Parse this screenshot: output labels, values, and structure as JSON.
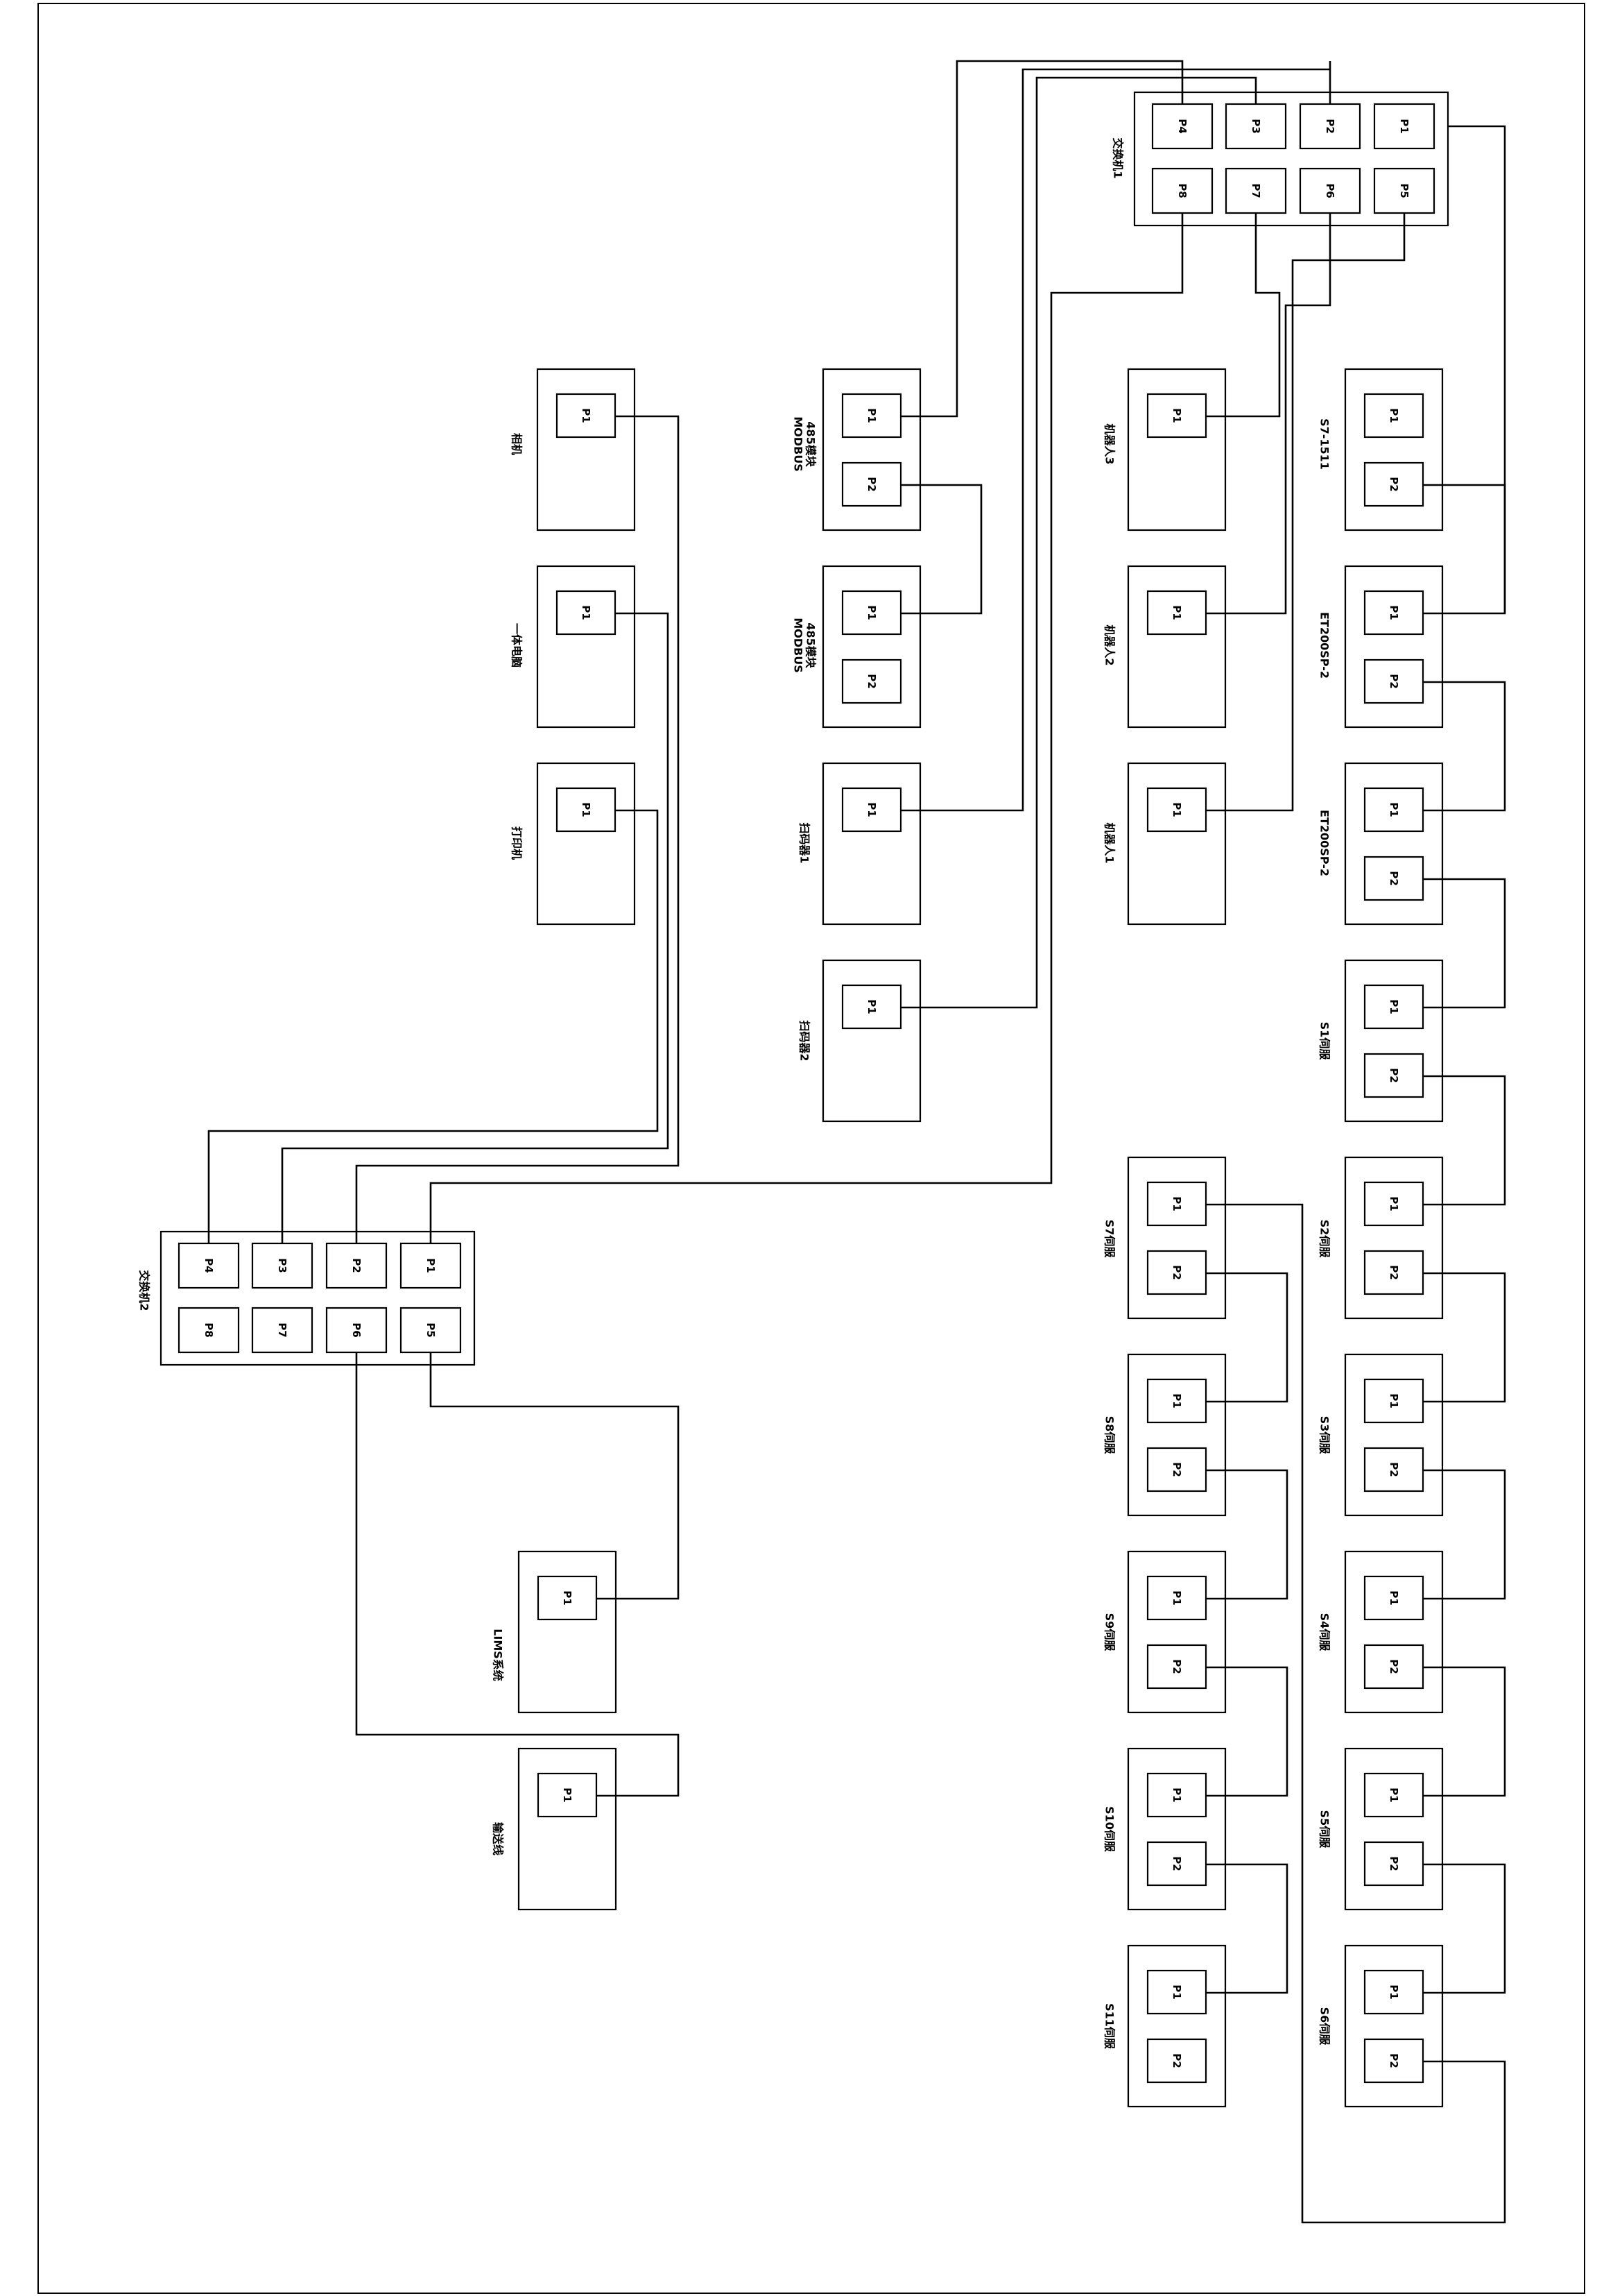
{
  "frame": {
    "label": ""
  },
  "switches": {
    "sw1": {
      "label": "交换机1",
      "ports": [
        "P4",
        "P3",
        "P2",
        "P1",
        "P8",
        "P7",
        "P6",
        "P5"
      ]
    },
    "sw2": {
      "label": "交换机2",
      "ports": [
        "P4",
        "P3",
        "P2",
        "P1",
        "P8",
        "P7",
        "P6",
        "P5"
      ]
    }
  },
  "devices": {
    "camera": {
      "label": "相机",
      "ports": [
        "P1"
      ]
    },
    "aio_pc": {
      "label": "一体电脑",
      "ports": [
        "P1"
      ]
    },
    "printer": {
      "label": "打印机",
      "ports": [
        "P1"
      ]
    },
    "modbus1": {
      "label": "MODBUS\n485模块",
      "ports": [
        "P1",
        "P2"
      ]
    },
    "modbus2": {
      "label": "MODBUS\n485模块",
      "ports": [
        "P1",
        "P2"
      ]
    },
    "scanner1": {
      "label": "扫码器1",
      "ports": [
        "P1"
      ]
    },
    "scanner2": {
      "label": "扫码器2",
      "ports": [
        "P1"
      ]
    },
    "robot3": {
      "label": "机器人3",
      "ports": [
        "P1"
      ]
    },
    "robot2": {
      "label": "机器人2",
      "ports": [
        "P1"
      ]
    },
    "robot1": {
      "label": "机器人1",
      "ports": [
        "P1"
      ]
    },
    "s71511": {
      "label": "S7-1511",
      "ports": [
        "P1",
        "P2"
      ]
    },
    "et200sp2a": {
      "label": "ET200SP-2",
      "ports": [
        "P1",
        "P2"
      ]
    },
    "et200sp2b": {
      "label": "ET200SP-2",
      "ports": [
        "P1",
        "P2"
      ]
    },
    "s1": {
      "label": "S1伺服",
      "ports": [
        "P1",
        "P2"
      ]
    },
    "s2": {
      "label": "S2伺服",
      "ports": [
        "P1",
        "P2"
      ]
    },
    "s3": {
      "label": "S3伺服",
      "ports": [
        "P1",
        "P2"
      ]
    },
    "s4": {
      "label": "S4伺服",
      "ports": [
        "P1",
        "P2"
      ]
    },
    "s5": {
      "label": "S5伺服",
      "ports": [
        "P1",
        "P2"
      ]
    },
    "s6": {
      "label": "S6伺服",
      "ports": [
        "P1",
        "P2"
      ]
    },
    "s7": {
      "label": "S7伺服",
      "ports": [
        "P1",
        "P2"
      ]
    },
    "s8": {
      "label": "S8伺服",
      "ports": [
        "P1",
        "P2"
      ]
    },
    "s9": {
      "label": "S9伺服",
      "ports": [
        "P1",
        "P2"
      ]
    },
    "s10": {
      "label": "S10伺服",
      "ports": [
        "P1",
        "P2"
      ]
    },
    "s11": {
      "label": "S11伺服",
      "ports": [
        "P1",
        "P2"
      ]
    },
    "lims": {
      "label": "LIMS系统",
      "ports": [
        "P1"
      ]
    },
    "conveyor": {
      "label": "输送线",
      "ports": [
        "P1"
      ]
    }
  },
  "connections": [
    [
      "sw1.P1",
      "s71511.P1"
    ],
    [
      "s71511.P2",
      "et200sp2a.P1"
    ],
    [
      "et200sp2a.P2",
      "et200sp2b.P1"
    ],
    [
      "et200sp2b.P2",
      "s1.P1"
    ],
    [
      "s1.P2",
      "s2.P1"
    ],
    [
      "s2.P2",
      "s3.P1"
    ],
    [
      "s3.P2",
      "s4.P1"
    ],
    [
      "s4.P2",
      "s5.P1"
    ],
    [
      "s5.P2",
      "s6.P1"
    ],
    [
      "s6.P2",
      "s7.P1"
    ],
    [
      "s7.P2",
      "s8.P1"
    ],
    [
      "s8.P2",
      "s9.P1"
    ],
    [
      "s9.P2",
      "s10.P1"
    ],
    [
      "s10.P2",
      "s11.P1"
    ],
    [
      "sw1.P5",
      "robot1.P1"
    ],
    [
      "sw1.P6",
      "robot2.P1"
    ],
    [
      "sw1.P7",
      "robot3.P1"
    ],
    [
      "sw1.P8",
      "sw2.P1"
    ],
    [
      "sw1.P4",
      "modbus1.P1"
    ],
    [
      "modbus1.P2",
      "modbus2.P1"
    ],
    [
      "sw1.P3",
      "scanner2.P1"
    ],
    [
      "sw1.P2",
      "scanner1.P1"
    ],
    [
      "sw2.P4",
      "printer.P1"
    ],
    [
      "sw2.P3",
      "aio_pc.P1"
    ],
    [
      "sw2.P2",
      "camera.P1"
    ],
    [
      "sw2.P5",
      "lims.P1"
    ],
    [
      "sw2.P6",
      "conveyor.P1"
    ]
  ]
}
